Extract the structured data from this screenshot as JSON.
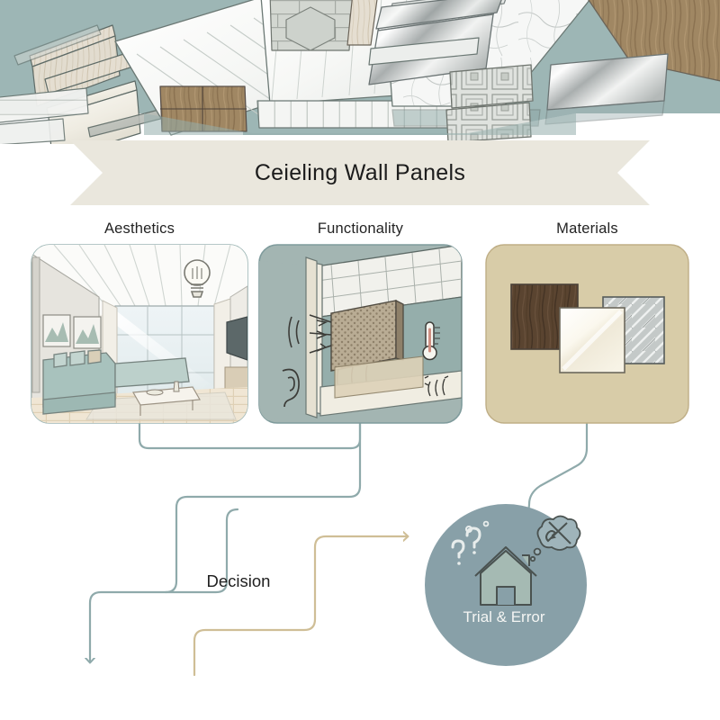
{
  "banner": {
    "title": "Ceieling Wall Panels"
  },
  "categories": [
    {
      "key": "aesthetics",
      "label": "Aesthetics",
      "card_bg": "#F2EFE9",
      "scene": "living-room-interior-with-panelled-ceiling",
      "icons": [
        "lightbulb-icon"
      ]
    },
    {
      "key": "functionality",
      "label": "Functionality",
      "card_bg": "#A3B5B2",
      "scene": "acoustic-panel-room-cutaway",
      "icons": [
        "sound-wave-icon",
        "ear-icon",
        "thermometer-icon",
        "ventilation-icon"
      ]
    },
    {
      "key": "materials",
      "label": "Materials",
      "card_bg": "#D8CCA8",
      "scene": "three-material-swatches",
      "icons": [
        "wood-swatch",
        "gloss-swatch",
        "metal-swatch"
      ]
    }
  ],
  "flow": {
    "decision_label": "Decision",
    "outcome_label": "Trial & Error"
  },
  "outcome": {
    "circle_fill": "#88A0A8",
    "icons": [
      "question-mark-icon",
      "house-icon",
      "thought-bubble-tools-icon"
    ]
  },
  "colors": {
    "teal": "#9DB6B5",
    "teal_dark": "#7F9B9C",
    "banner_cream": "#EAE7DD",
    "connector_teal": "#8FAAAB",
    "connector_tan": "#CFBE96",
    "page_bg": "#FFFFFF"
  },
  "ceiling": {
    "name": "ceiling-panel-display",
    "panel_materials": [
      "white-slatted-plank",
      "light-wood-grain",
      "grey-stone-tile",
      "brushed-metal",
      "dark-wood-grain",
      "marble-veined",
      "embossed-tin-tile",
      "polished-chrome",
      "hexagon-stone-mosaic",
      "cream-bead-board"
    ]
  }
}
